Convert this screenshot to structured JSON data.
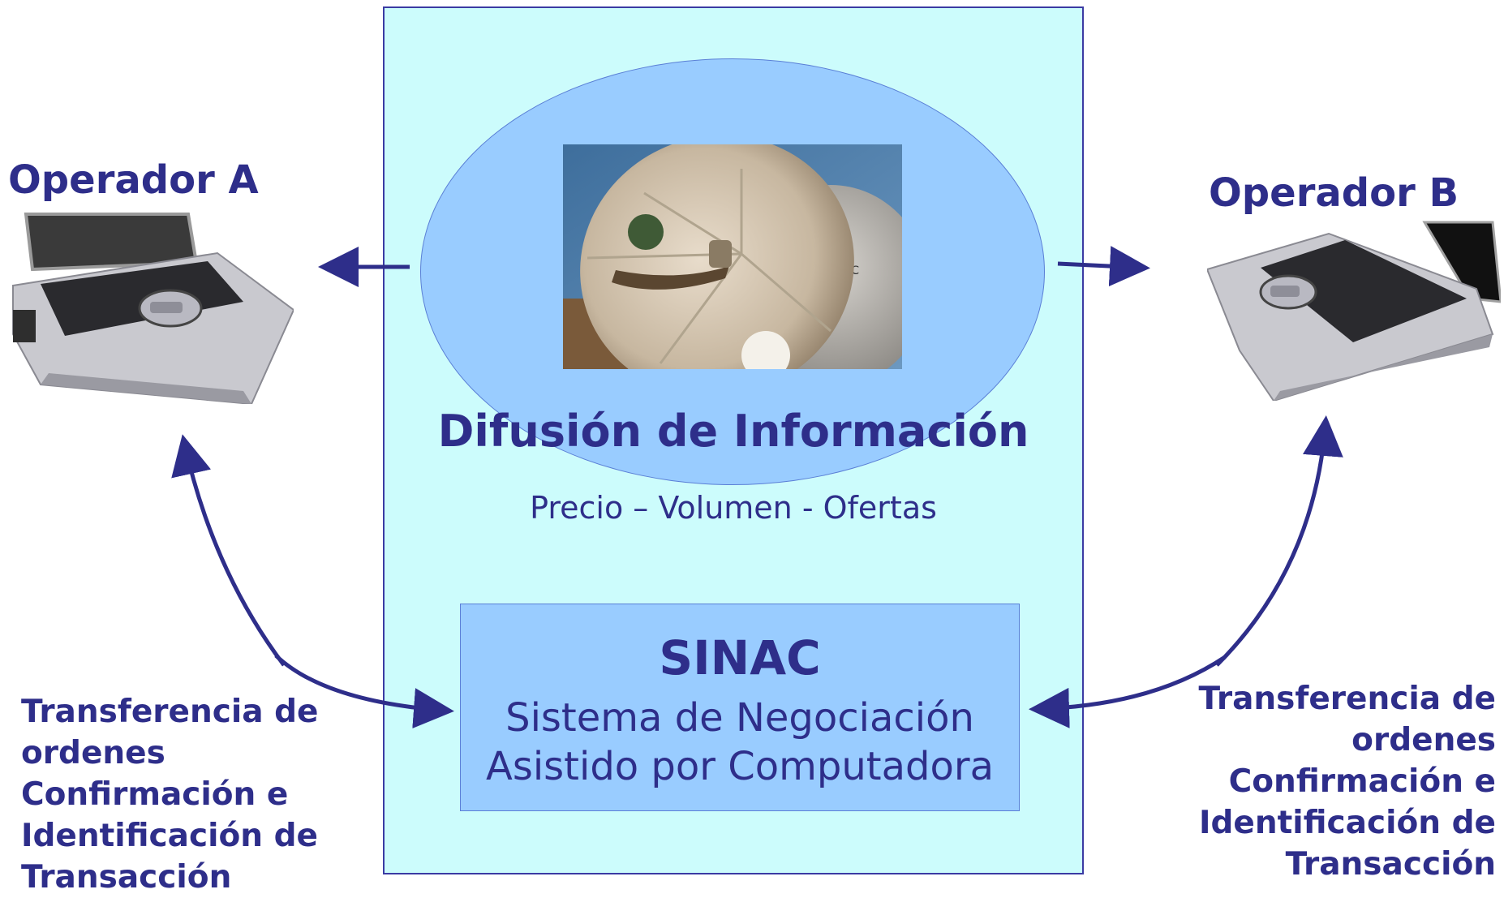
{
  "center": {
    "title": "Difusión de Información",
    "subtitle": "Precio – Volumen - Ofertas",
    "photo_icon": "satellite-dish-photo",
    "sinac": {
      "title": "SINAC",
      "line1": "Sistema de Negociación",
      "line2": "Asistido por Computadora"
    }
  },
  "operator_a": {
    "label": "Operador A",
    "icon": "laptop-icon",
    "transfer_lines": [
      "Transferencia de",
      "ordenes",
      "Confirmación e",
      "Identificación de",
      "Transacción"
    ]
  },
  "operator_b": {
    "label": "Operador B",
    "icon": "laptop-icon",
    "transfer_lines": [
      "Transferencia de",
      "ordenes",
      "Confirmación e",
      "Identificación de",
      "Transacción"
    ]
  },
  "colors": {
    "text_navy": "#2e2e8a",
    "panel_bg": "#ccfcfc",
    "ellipse_bg": "#99ccff",
    "arrow": "#2e2e8a"
  }
}
